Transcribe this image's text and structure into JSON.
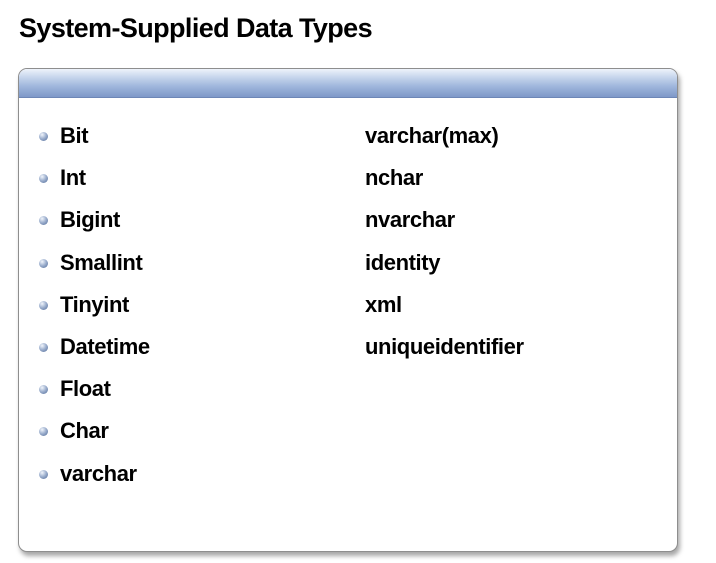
{
  "title": "System-Supplied Data Types",
  "left_items": [
    "Bit",
    "Int",
    "Bigint",
    "Smallint",
    "Tinyint",
    "Datetime",
    "Float",
    "Char",
    "varchar"
  ],
  "right_items": [
    "varchar(max)",
    "nchar",
    "nvarchar",
    "identity",
    "xml",
    "uniqueidentifier"
  ],
  "colors": {
    "header_bar": "#9fb6dc",
    "bullet": "#6b84b0",
    "card_border": "#8e8e8e"
  }
}
